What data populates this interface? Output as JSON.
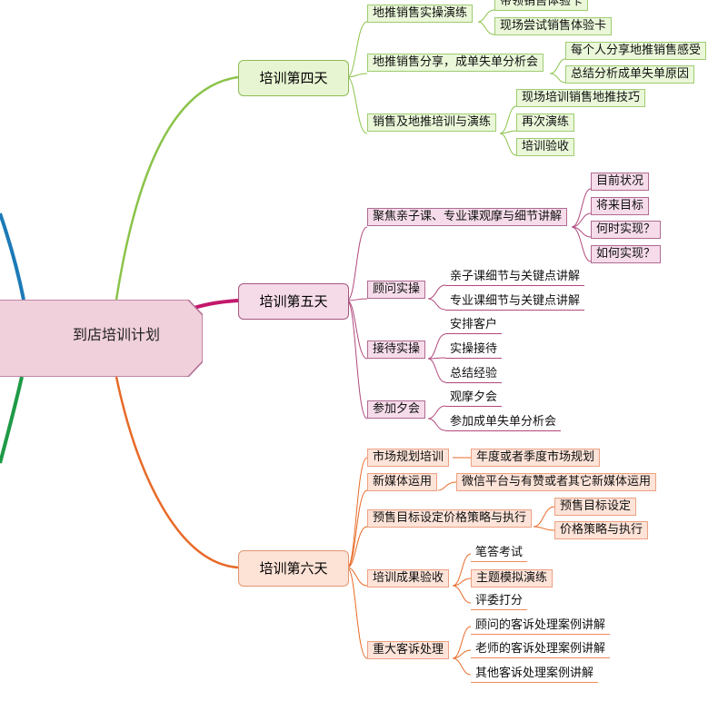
{
  "root": {
    "label": "到店培训计划"
  },
  "colors": {
    "green": "#8bc34a",
    "pink": "#b0487d",
    "magenta": "#c2186b",
    "orange": "#e86a28",
    "blue": "#1c7ab8",
    "dark_green": "#1e9a46"
  },
  "branches": [
    {
      "label": "培训第四天",
      "children": [
        {
          "label": "地推销售实操演练",
          "children": [
            "带领销售体验卡",
            "现场尝试销售体验卡"
          ]
        },
        {
          "label": "地推销售分享，成单失单分析会",
          "children": [
            "每个人分享地推销售感受",
            "总结分析成单失单原因"
          ]
        },
        {
          "label": "销售及地推培训与演练",
          "children": [
            "现场培训销售地推技巧",
            "再次演练",
            "培训验收"
          ]
        }
      ]
    },
    {
      "label": "培训第五天",
      "children": [
        {
          "label": "聚焦亲子课、专业课观摩与细节讲解",
          "children": [
            "目前状况",
            "将来目标",
            "何时实现？",
            "如何实现？"
          ]
        },
        {
          "label": "顾问实操",
          "children": [
            "亲子课细节与关键点讲解",
            "专业课细节与关键点讲解"
          ]
        },
        {
          "label": "接待实操",
          "children": [
            "安排客户",
            "实操接待",
            "总结经验"
          ]
        },
        {
          "label": "参加夕会",
          "children": [
            "观摩夕会",
            "参加成单失单分析会"
          ]
        }
      ]
    },
    {
      "label": "培训第六天",
      "children": [
        {
          "label": "市场规划培训",
          "children": [
            "年度或者季度市场规划"
          ]
        },
        {
          "label": "新媒体运用",
          "children": [
            "微信平台与有赞或者其它新媒体运用"
          ]
        },
        {
          "label": "预售目标设定价格策略与执行",
          "children": [
            "预售目标设定",
            "价格策略与执行"
          ]
        },
        {
          "label": "培训成果验收",
          "children": [
            "笔答考试",
            "主题模拟演练",
            "评委打分"
          ]
        },
        {
          "label": "重大客诉处理",
          "children": [
            "顾问的客诉处理案例讲解",
            "老师的客诉处理案例讲解",
            "其他客诉处理案例讲解"
          ]
        }
      ]
    }
  ]
}
